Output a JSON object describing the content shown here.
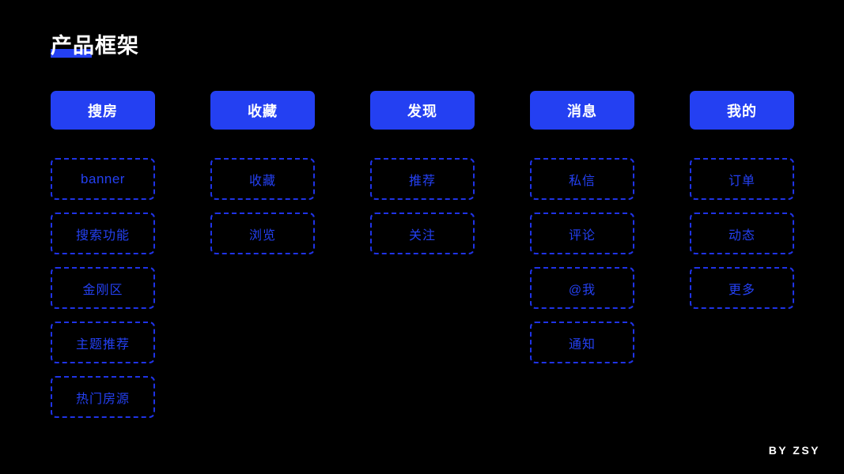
{
  "page": {
    "title": "产品框架",
    "background_color": "#000000",
    "accent_color": "#2440f2",
    "node_border_color": "#1f33e6",
    "title_color": "#ffffff"
  },
  "columns": [
    {
      "header": "搜房",
      "nodes": [
        {
          "label": "banner",
          "script": "latin"
        },
        {
          "label": "搜索功能",
          "script": "han"
        },
        {
          "label": "金刚区",
          "script": "han"
        },
        {
          "label": "主题推荐",
          "script": "han"
        },
        {
          "label": "热门房源",
          "script": "han"
        }
      ]
    },
    {
      "header": "收藏",
      "nodes": [
        {
          "label": "收藏",
          "script": "han"
        },
        {
          "label": "浏览",
          "script": "han"
        }
      ]
    },
    {
      "header": "发现",
      "nodes": [
        {
          "label": "推荐",
          "script": "han"
        },
        {
          "label": "关注",
          "script": "han"
        }
      ]
    },
    {
      "header": "消息",
      "nodes": [
        {
          "label": "私信",
          "script": "han"
        },
        {
          "label": "评论",
          "script": "han"
        },
        {
          "label": "@我",
          "script": "han"
        },
        {
          "label": "通知",
          "script": "han"
        }
      ]
    },
    {
      "header": "我的",
      "nodes": [
        {
          "label": "订单",
          "script": "han"
        },
        {
          "label": "动态",
          "script": "han"
        },
        {
          "label": "更多",
          "script": "han"
        }
      ]
    }
  ],
  "footer": {
    "credit": "BY ZSY"
  }
}
